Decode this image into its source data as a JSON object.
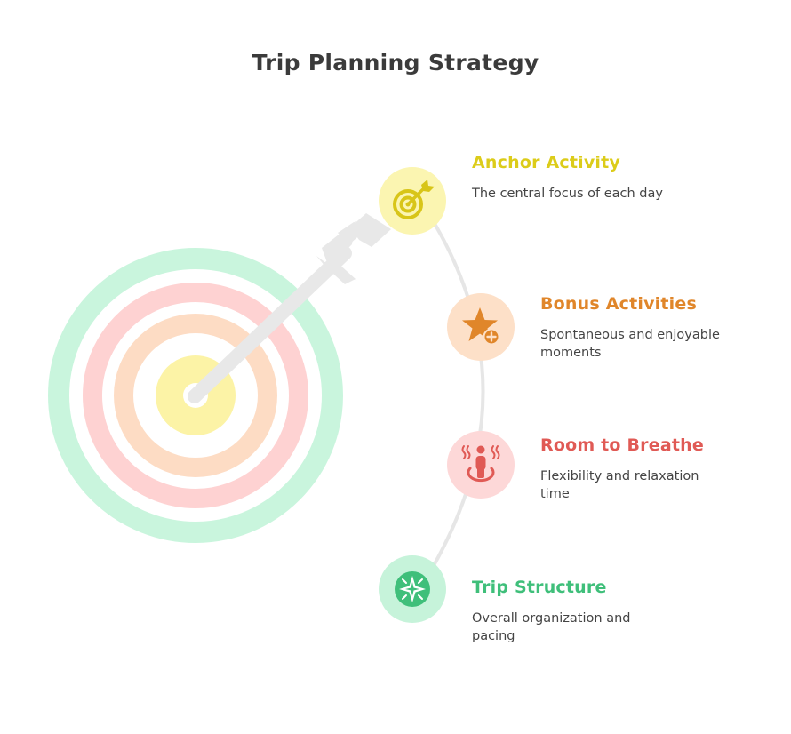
{
  "title": "Trip Planning Strategy",
  "colors": {
    "yellow": "#dccc1a",
    "orange": "#e0862a",
    "red": "#e05a55",
    "green": "#3fbf7a",
    "arc": "#e6e6e6",
    "arrow": "#e8e8e8"
  },
  "items": [
    {
      "icon": "target-icon",
      "title": "Anchor Activity",
      "description": "The central focus of each day"
    },
    {
      "icon": "star-plus-icon",
      "title": "Bonus Activities",
      "description": "Spontaneous and enjoyable moments"
    },
    {
      "icon": "person-relax-icon",
      "title": "Room to Breathe",
      "description": "Flexibility and relaxation time"
    },
    {
      "icon": "compass-icon",
      "title": "Trip Structure",
      "description": "Overall organization and pacing"
    }
  ]
}
